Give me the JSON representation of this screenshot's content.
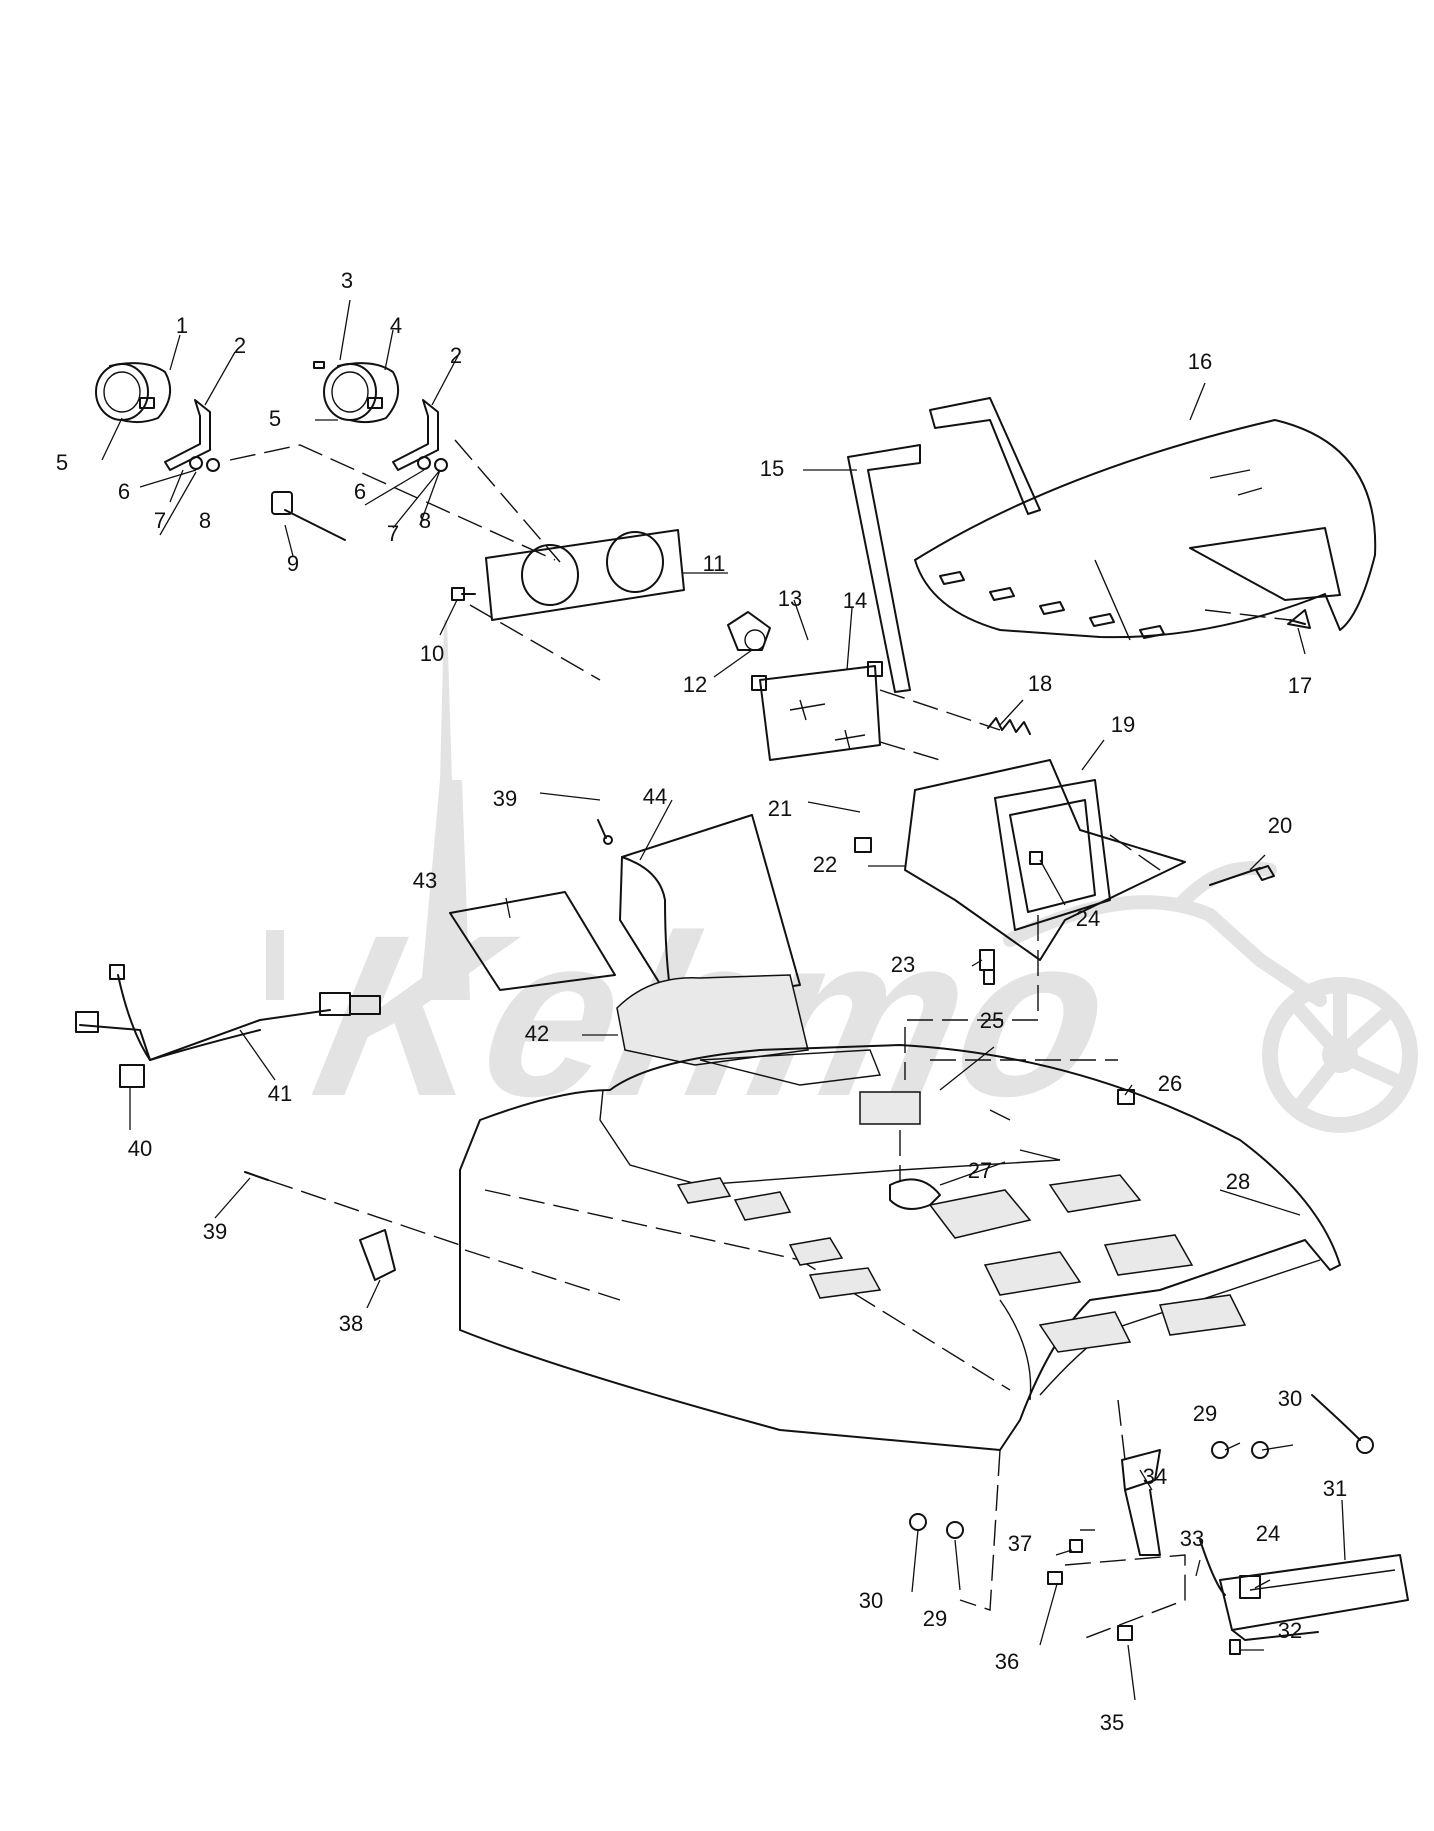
{
  "watermark": {
    "text": "Kehmo",
    "color": "#e3e3e3"
  },
  "callouts": [
    {
      "id": "c1",
      "label": "1"
    },
    {
      "id": "c2a",
      "label": "2"
    },
    {
      "id": "c3",
      "label": "3"
    },
    {
      "id": "c4",
      "label": "4"
    },
    {
      "id": "c2b",
      "label": "2"
    },
    {
      "id": "c5a",
      "label": "5"
    },
    {
      "id": "c5b",
      "label": "5"
    },
    {
      "id": "c6a",
      "label": "6"
    },
    {
      "id": "c7a",
      "label": "7"
    },
    {
      "id": "c8a",
      "label": "8"
    },
    {
      "id": "c6b",
      "label": "6"
    },
    {
      "id": "c7b",
      "label": "7"
    },
    {
      "id": "c8b",
      "label": "8"
    },
    {
      "id": "c9",
      "label": "9"
    },
    {
      "id": "c10",
      "label": "10"
    },
    {
      "id": "c11",
      "label": "11"
    },
    {
      "id": "c12",
      "label": "12"
    },
    {
      "id": "c13",
      "label": "13"
    },
    {
      "id": "c14",
      "label": "14"
    },
    {
      "id": "c15",
      "label": "15"
    },
    {
      "id": "c16",
      "label": "16"
    },
    {
      "id": "c17",
      "label": "17"
    },
    {
      "id": "c18",
      "label": "18"
    },
    {
      "id": "c19",
      "label": "19"
    },
    {
      "id": "c20",
      "label": "20"
    },
    {
      "id": "c21",
      "label": "21"
    },
    {
      "id": "c22",
      "label": "22"
    },
    {
      "id": "c23",
      "label": "23"
    },
    {
      "id": "c24a",
      "label": "24"
    },
    {
      "id": "c25",
      "label": "25"
    },
    {
      "id": "c26",
      "label": "26"
    },
    {
      "id": "c27",
      "label": "27"
    },
    {
      "id": "c28",
      "label": "28"
    },
    {
      "id": "c29a",
      "label": "29"
    },
    {
      "id": "c30a",
      "label": "30"
    },
    {
      "id": "c31",
      "label": "31"
    },
    {
      "id": "c32",
      "label": "32"
    },
    {
      "id": "c33",
      "label": "33"
    },
    {
      "id": "c24b",
      "label": "24"
    },
    {
      "id": "c34",
      "label": "34"
    },
    {
      "id": "c35",
      "label": "35"
    },
    {
      "id": "c36",
      "label": "36"
    },
    {
      "id": "c37",
      "label": "37"
    },
    {
      "id": "c38",
      "label": "38"
    },
    {
      "id": "c39a",
      "label": "39"
    },
    {
      "id": "c39b",
      "label": "39"
    },
    {
      "id": "c40",
      "label": "40"
    },
    {
      "id": "c41",
      "label": "41"
    },
    {
      "id": "c42",
      "label": "42"
    },
    {
      "id": "c43",
      "label": "43"
    },
    {
      "id": "c44",
      "label": "44"
    },
    {
      "id": "c30b",
      "label": "30"
    },
    {
      "id": "c29b",
      "label": "29"
    }
  ]
}
